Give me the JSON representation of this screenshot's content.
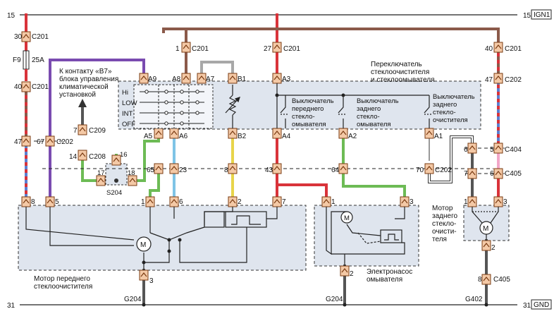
{
  "rails": {
    "top_left": "15",
    "top_right": "15",
    "top_tag": "IGN1",
    "bottom_left": "31",
    "bottom_right": "31",
    "bottom_tag": "GND"
  },
  "fuse": {
    "id": "F9",
    "rating": "25A"
  },
  "connectors": {
    "c201_30": "30",
    "c201": "C201",
    "c201_40": "40",
    "c202_67": "67",
    "c202": "C202",
    "c202_47": "47",
    "c209_7": "7",
    "c209": "C209",
    "c208_14": "14",
    "c208": "C208",
    "c201_1": "1",
    "c201_27": "27",
    "c201_40b": "40",
    "c202_47b": "47",
    "c404_5": "5",
    "c404": "C404",
    "c404_6": "6",
    "c405_7": "7",
    "c405_6": "6",
    "c405": "C405",
    "c405_8": "8",
    "c405b": "C405",
    "c202_70": "70",
    "c202b": "C202"
  },
  "switch": {
    "title_line1": "Переключатель",
    "title_line2": "стеклоочистителя",
    "title_line3": "и стеклоомывателя",
    "pins_top": [
      "A9",
      "A8",
      "A7",
      "B1",
      "A3"
    ],
    "pins_bottom": [
      "A5",
      "A6",
      "B2",
      "A4",
      "A2",
      "A1"
    ],
    "positions": [
      "Hi",
      "LOW",
      "INT",
      "OFF"
    ],
    "sw1_line1": "Выключатель",
    "sw1_line2": "переднего",
    "sw1_line3": "стекло-",
    "sw1_line4": "омывателя",
    "sw2_line1": "Выключатель",
    "sw2_line2": "заднего",
    "sw2_line3": "стекло-",
    "sw2_line4": "омывателя",
    "sw3_line1": "Выключатель",
    "sw3_line2": "заднего",
    "sw3_line3": "стекло-",
    "sw3_line4": "очистителя"
  },
  "note": {
    "line1": "К контакту «B7»",
    "line2": "блока управления",
    "line3": "климатической",
    "line4": "установкой"
  },
  "splice": {
    "id": "S204",
    "pin16": "16",
    "pin17": "17",
    "pin18": "18"
  },
  "mid_pins": {
    "p65": "65",
    "p23": "23",
    "p8": "8",
    "p43": "43",
    "p64": "64"
  },
  "front_motor": {
    "label_line1": "Мотор переднего",
    "label_line2": "стеклоочистителя",
    "pins": [
      "8",
      "5",
      "1",
      "6",
      "2",
      "7"
    ],
    "bottom_pin": "3",
    "ground": "G204"
  },
  "pump": {
    "label_line1": "Электронасос",
    "label_line2": "омывателя",
    "pin1": "1",
    "pin3": "3",
    "pin2": "2",
    "ground": "G204"
  },
  "rear_motor": {
    "label_line1": "Мотор",
    "label_line2": "заднего",
    "label_line3": "стекло-",
    "label_line4": "очисти-",
    "label_line5": "теля",
    "pin1": "1",
    "pin3": "3",
    "pin2": "2",
    "ground": "G402"
  },
  "motor_symbol": "M",
  "colors": {
    "brown": "#8b5a4a",
    "purple": "#7a4bb0",
    "green": "#6dbb55",
    "blue": "#7fc4e6",
    "yellow": "#e8d44a",
    "gray": "#a8a8a8",
    "red": "#d9333a",
    "pink": "#f2a6c8",
    "dark_gray": "#555555",
    "red_blue": "#c0445a"
  }
}
